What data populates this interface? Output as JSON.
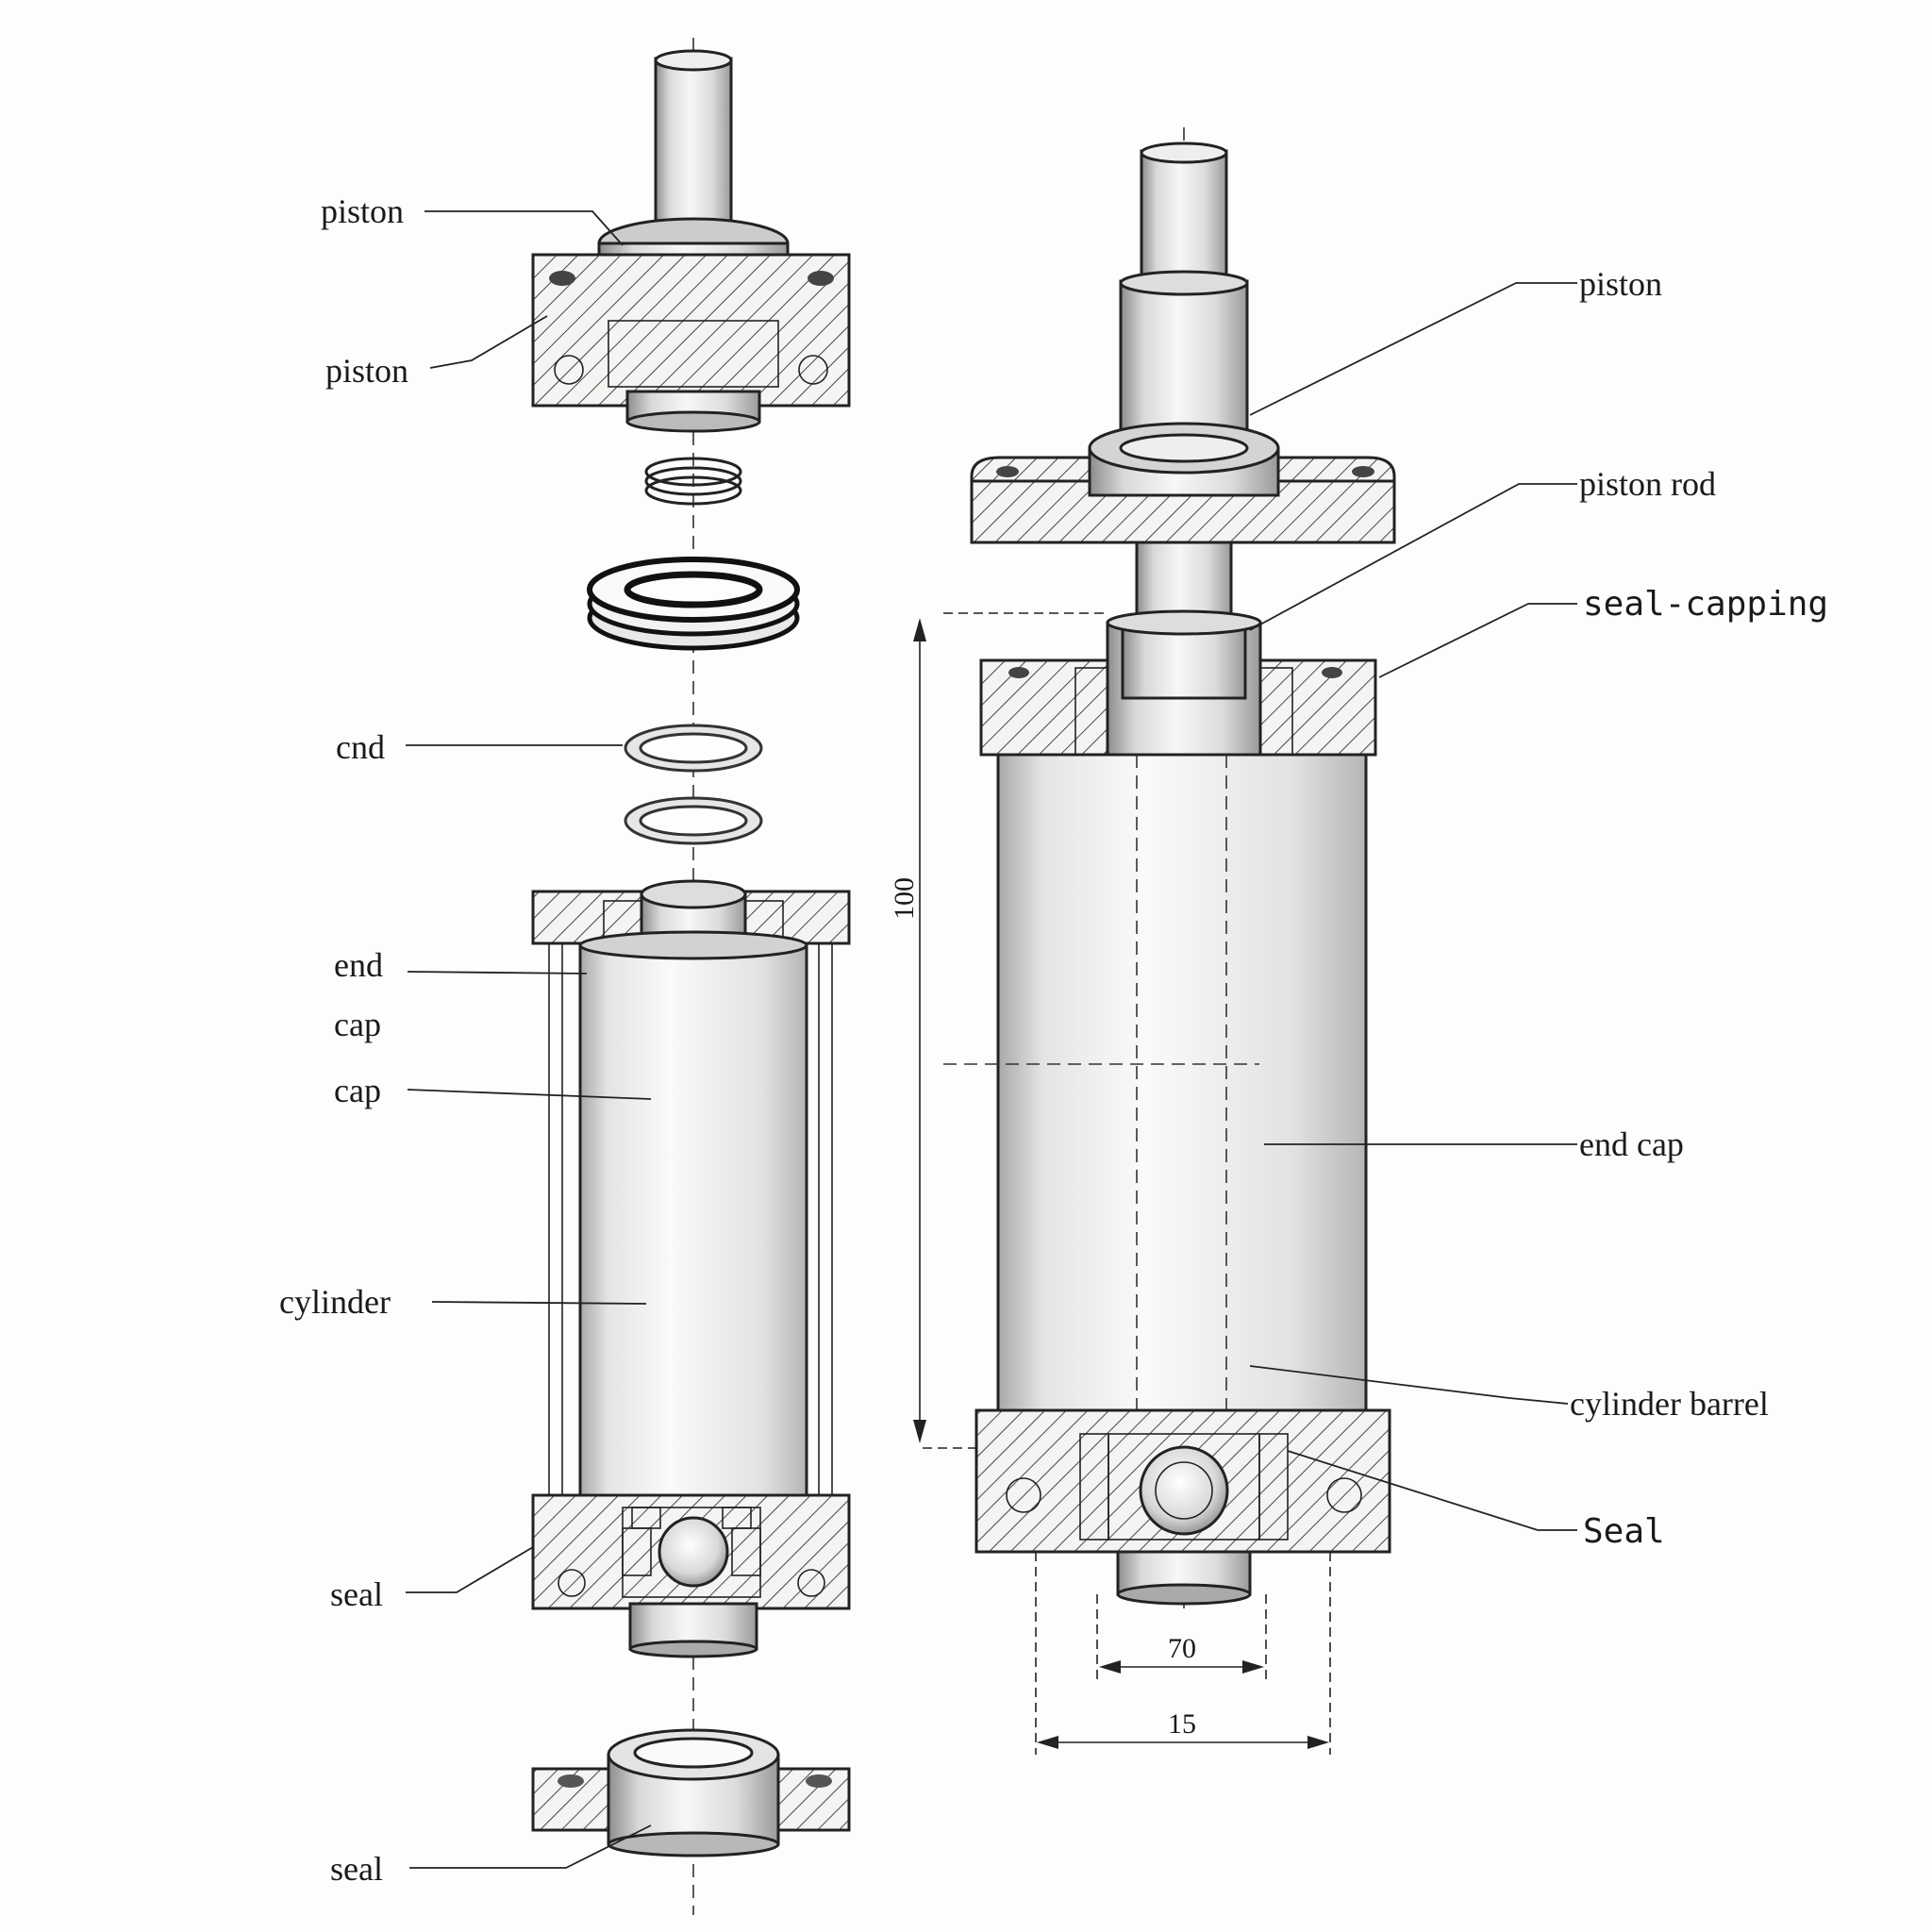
{
  "colors": {
    "background": "#fdfdfc",
    "ink": "#222222",
    "seal_blue": "#5ab7e8",
    "seal_red": "#ec8a7f"
  },
  "labels": {
    "left_piston_top": "piston",
    "left_piston_second": "piston",
    "left_end": "cnd",
    "left_end_cap_1": "end",
    "left_end_cap_2": "cap",
    "left_cap": "cap",
    "left_cylinder": "cylinder",
    "left_seal_lower": "seal",
    "left_seal_bottom": "seal",
    "right_piston": "piston",
    "right_piston_rod": "piston rod",
    "right_seal_capping": "seal-capping",
    "right_end_cap": "end cap",
    "right_cylinder_barrel": "cylinder barrel",
    "right_seal": "Seal"
  },
  "dimensions": {
    "height": "100",
    "inner_width": "70",
    "outer_width": "15"
  }
}
